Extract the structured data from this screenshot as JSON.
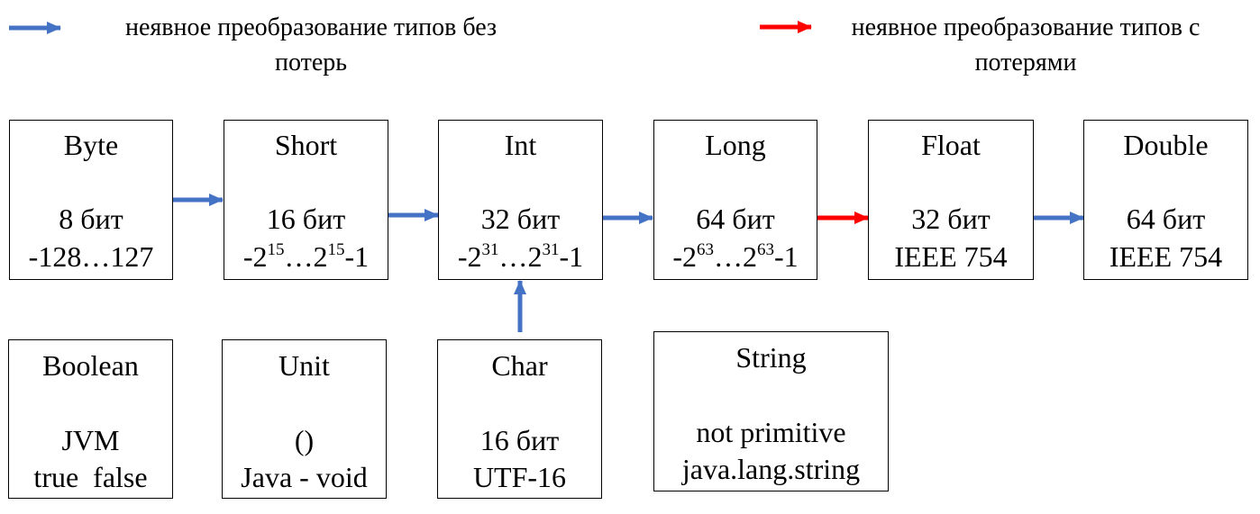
{
  "legend": {
    "lossless": {
      "text_line1": "неявное преобразование типов без",
      "text_line2": "потерь",
      "color": "#4472C4"
    },
    "lossy": {
      "text_line1": "неявное преобразование типов с",
      "text_line2": "потерями",
      "color": "#FF0000"
    }
  },
  "types": {
    "byte": {
      "name": "Byte",
      "size": "8 бит",
      "range": "-128…127"
    },
    "short": {
      "name": "Short",
      "size": "16 бит",
      "range_parts": [
        "-2",
        "15",
        "…2",
        "15",
        "-1"
      ]
    },
    "int": {
      "name": "Int",
      "size": "32 бит",
      "range_parts": [
        "-2",
        "31",
        "…2",
        "31",
        "-1"
      ]
    },
    "long": {
      "name": "Long",
      "size": "64 бит",
      "range_parts": [
        "-2",
        "63",
        "…2",
        "63",
        "-1"
      ]
    },
    "float": {
      "name": "Float",
      "size": "32 бит",
      "format": "IEEE 754"
    },
    "double": {
      "name": "Double",
      "size": "64 бит",
      "format": "IEEE 754"
    },
    "boolean": {
      "name": "Boolean",
      "line1": "JVM",
      "line2": "true  false"
    },
    "unit": {
      "name": "Unit",
      "line1": "()",
      "line2": "Java - void"
    },
    "char": {
      "name": "Char",
      "size": "16 бит",
      "encoding": "UTF-16"
    },
    "string": {
      "name": "String",
      "line1": "not primitive",
      "line2": "java.lang.string"
    }
  },
  "conversions": [
    {
      "from": "Byte",
      "to": "Short",
      "kind": "lossless"
    },
    {
      "from": "Short",
      "to": "Int",
      "kind": "lossless"
    },
    {
      "from": "Int",
      "to": "Long",
      "kind": "lossless"
    },
    {
      "from": "Long",
      "to": "Float",
      "kind": "lossy"
    },
    {
      "from": "Float",
      "to": "Double",
      "kind": "lossless"
    },
    {
      "from": "Char",
      "to": "Int",
      "kind": "lossless"
    }
  ]
}
